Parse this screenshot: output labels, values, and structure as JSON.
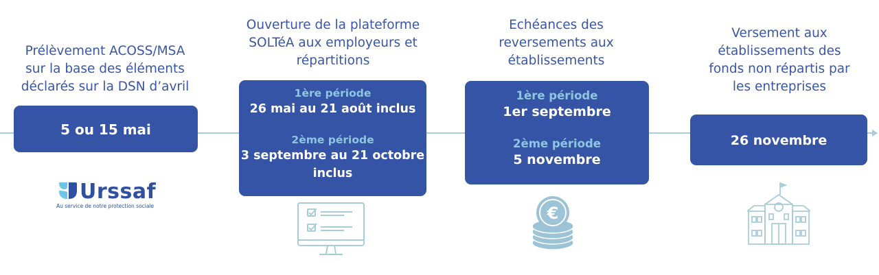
{
  "steps": [
    {
      "caption": [
        "Prélèvement ACOSS/MSA",
        "sur la base des éléments",
        "déclarés sur la DSN d’avril"
      ],
      "date": "5 ou 15 mai"
    },
    {
      "caption": [
        "Ouverture de la plateforme",
        "SOLTéA aux employeurs et",
        "répartitions"
      ],
      "period1_label": "1ère période",
      "period1_value": "26 mai au 21 août inclus",
      "period2_label": "2ème période",
      "period2_value": [
        "3 septembre au 21 octobre",
        "inclus"
      ]
    },
    {
      "caption": [
        "Echéances des",
        "reversements aux",
        "établissements"
      ],
      "period1_label": "1ère période",
      "period1_value": "1er septembre",
      "period2_label": "2ème période",
      "period2_value": "5 novembre"
    },
    {
      "caption": [
        "Versement aux",
        "établissements des",
        "fonds non répartis par",
        "les entreprises"
      ],
      "date": "26 novembre"
    }
  ],
  "logo": {
    "name": "Urssaf",
    "tagline": "Au service de notre protection sociale"
  },
  "colors": {
    "box": "#3554a6",
    "text": "#3a56a6",
    "period_label": "#8ec6e2",
    "line": "#a9cdd8"
  },
  "icons": [
    "urssaf-logo-icon",
    "computer-checklist-icon",
    "euro-coins-icon",
    "school-building-icon"
  ]
}
